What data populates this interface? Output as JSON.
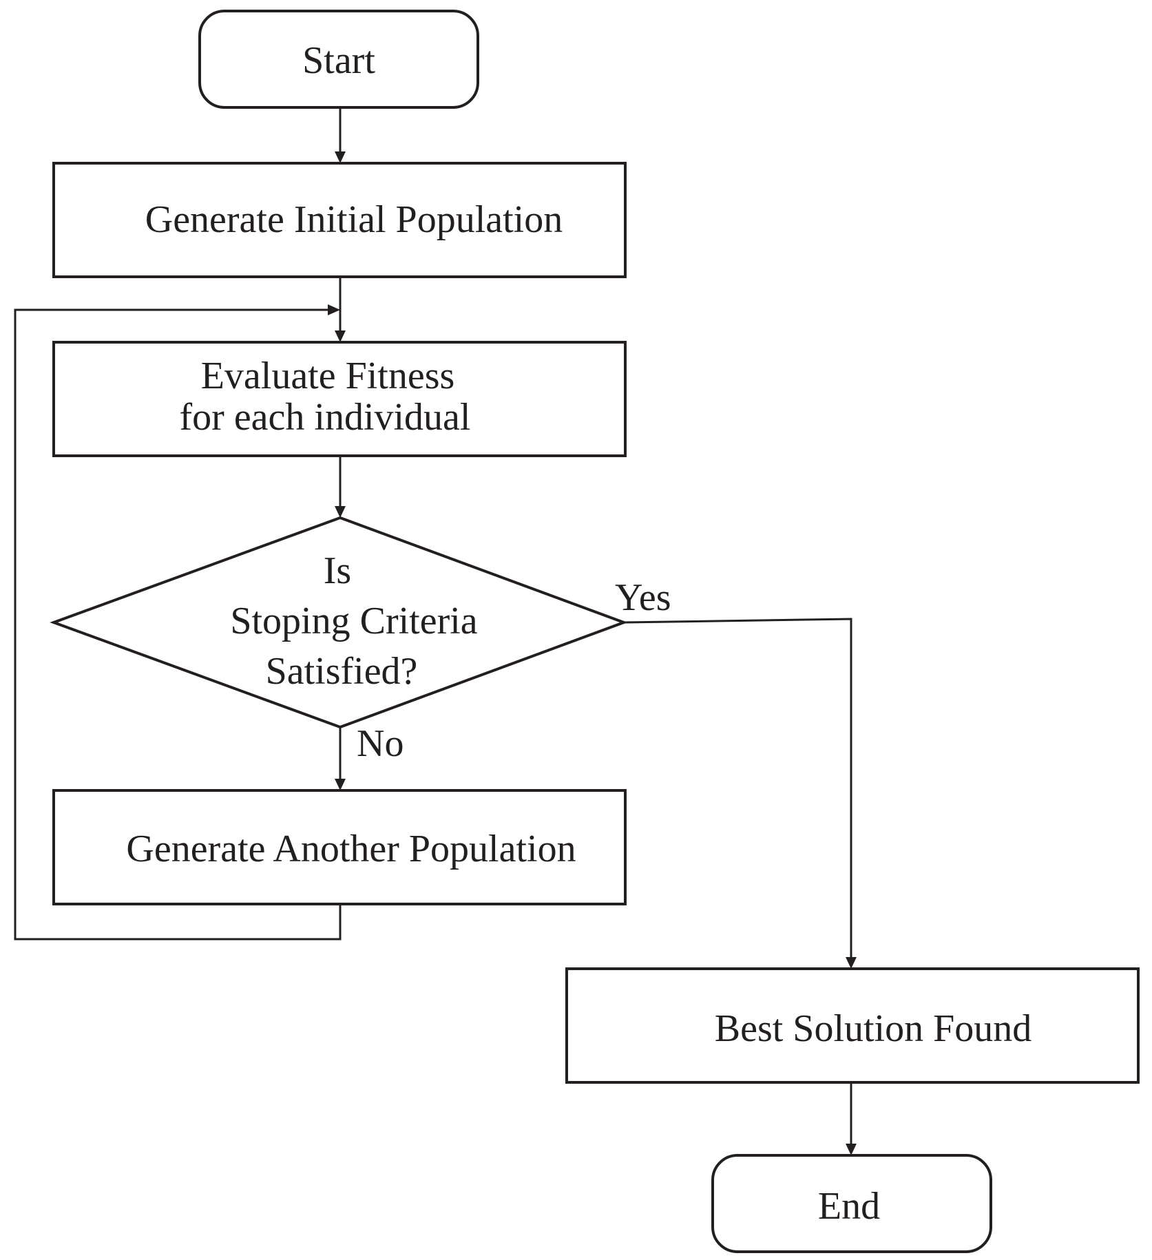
{
  "nodes": {
    "start": {
      "label": "Start"
    },
    "generate_initial": {
      "label": "Generate Initial Population"
    },
    "evaluate_fitness": {
      "line1": "Evaluate Fitness",
      "line2": "for each individual"
    },
    "decision": {
      "line1": "Is",
      "line2": "Stoping Criteria",
      "line3": "Satisfied?"
    },
    "generate_another": {
      "label": "Generate Another Population"
    },
    "best_solution": {
      "label": "Best Solution Found"
    },
    "end": {
      "label": "End"
    }
  },
  "edge_labels": {
    "yes": "Yes",
    "no": "No"
  },
  "colors": {
    "stroke": "#231f20",
    "text": "#231f20",
    "background": "#ffffff"
  }
}
